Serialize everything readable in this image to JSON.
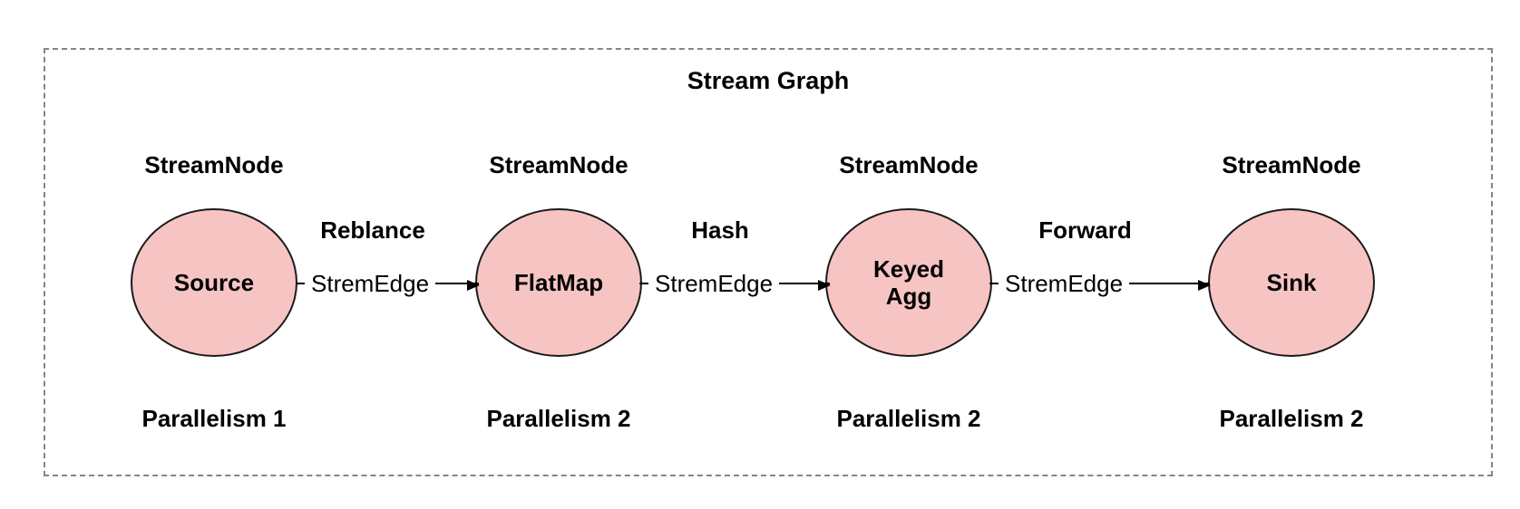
{
  "diagram": {
    "title": "Stream Graph",
    "nodes": [
      {
        "type_label": "StreamNode",
        "name": "Source",
        "parallelism": "Parallelism 1"
      },
      {
        "type_label": "StreamNode",
        "name": "FlatMap",
        "parallelism": "Parallelism 2"
      },
      {
        "type_label": "StreamNode",
        "name": "Keyed Agg",
        "parallelism": "Parallelism 2"
      },
      {
        "type_label": "StreamNode",
        "name": "Sink",
        "parallelism": "Parallelism 2"
      }
    ],
    "edges": [
      {
        "partition": "Reblance",
        "label": "StremEdge"
      },
      {
        "partition": "Hash",
        "label": "StremEdge"
      },
      {
        "partition": "Forward",
        "label": "StremEdge"
      }
    ],
    "colors": {
      "node_fill": "#F6C5C3",
      "node_stroke": "#1A1A1A",
      "frame_border": "#858585",
      "text": "#000000",
      "background": "#FFFFFF"
    }
  }
}
